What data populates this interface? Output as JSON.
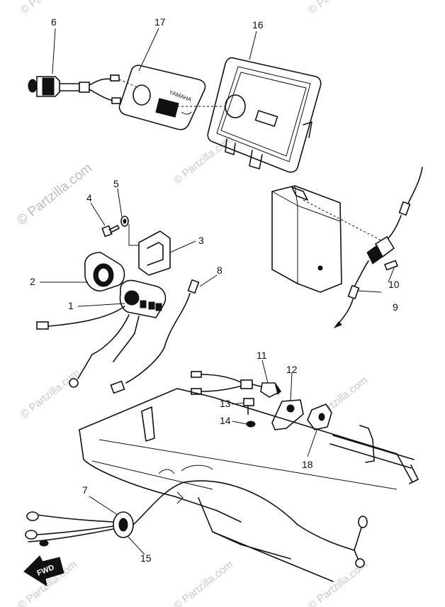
{
  "watermark": {
    "small": "© Partzilla.com",
    "large": "© Partzilla.com"
  },
  "panel_brand": "YAMAHA",
  "arrow_label": "FWD",
  "callouts": {
    "c1": "1",
    "c2": "2",
    "c3": "3",
    "c4": "4",
    "c5": "5",
    "c6": "6",
    "c7": "7",
    "c8": "8",
    "c9": "9",
    "c10": "10",
    "c11": "11",
    "c12": "12",
    "c13": "13",
    "c14": "14",
    "c15": "15",
    "c16": "16",
    "c17": "17",
    "c18": "18"
  }
}
